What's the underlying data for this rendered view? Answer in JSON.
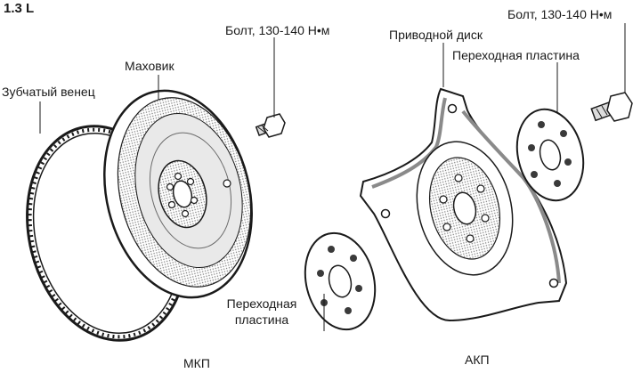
{
  "engine_label": "1.3 L",
  "labels": {
    "ring_gear": "Зубчатый венец",
    "flywheel": "Маховик",
    "bolt_mt": "Болт, 130-140 Н•м",
    "drive_plate": "Приводной диск",
    "bolt_at": "Болт, 130-140 Н•м",
    "adapter_plate_at": "Переходная пластина",
    "adapter_plate_mt_line1": "Переходная",
    "adapter_plate_mt_line2": "пластина",
    "mt": "МКП",
    "at": "АКП"
  },
  "colors": {
    "ink": "#1a1a1a",
    "shade": "#8a8a8a",
    "light_shade": "#cfcfcf",
    "paper": "#ffffff"
  }
}
